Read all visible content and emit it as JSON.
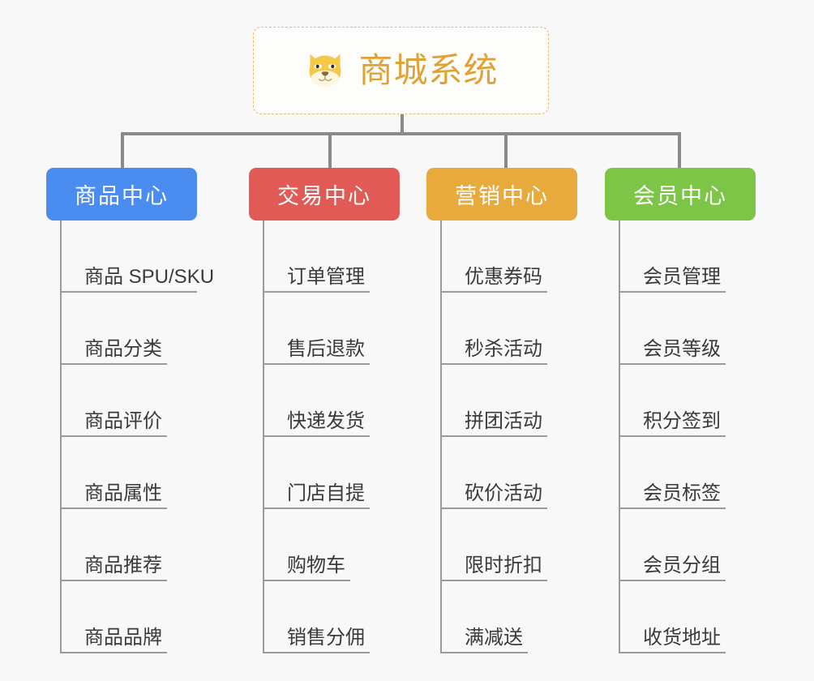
{
  "canvas": {
    "background_color": "#f8f8f8"
  },
  "root": {
    "title": "商城系统",
    "icon": "dog-face-icon",
    "title_color": "#e0a233",
    "border_color": "#e9ba62"
  },
  "connector": {
    "color": "#8a8a8a"
  },
  "branches": [
    {
      "label": "商品中心",
      "color": "#4a8cf0",
      "items": [
        "商品 SPU/SKU",
        "商品分类",
        "商品评价",
        "商品属性",
        "商品推荐",
        "商品品牌"
      ]
    },
    {
      "label": "交易中心",
      "color": "#e25a55",
      "items": [
        "订单管理",
        "售后退款",
        "快递发货",
        "门店自提",
        "购物车",
        "销售分佣"
      ]
    },
    {
      "label": "营销中心",
      "color": "#e8a93d",
      "items": [
        "优惠券码",
        "秒杀活动",
        "拼团活动",
        "砍价活动",
        "限时折扣",
        "满减送"
      ]
    },
    {
      "label": "会员中心",
      "color": "#7cc547",
      "items": [
        "会员管理",
        "会员等级",
        "积分签到",
        "会员标签",
        "会员分组",
        "收货地址"
      ]
    }
  ],
  "layout": {
    "branch_positions": [
      57,
      307,
      526,
      746
    ],
    "branch_widths": [
      186,
      186,
      186,
      186
    ],
    "drop_positions": [
      149,
      405,
      622,
      836
    ]
  }
}
